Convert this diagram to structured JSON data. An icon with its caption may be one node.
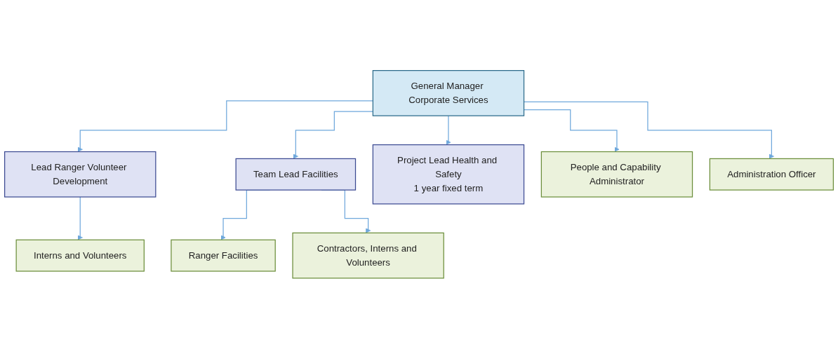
{
  "diagram": {
    "nodes": [
      {
        "text": [
          "General Manager Corporate Services"
        ]
      },
      {
        "text": [
          "Lead Ranger Volunteer Development"
        ]
      },
      {
        "text": [
          "Team Lead Facilities"
        ]
      },
      {
        "text": [
          "Project Lead Health and Safety",
          "1 year fixed term"
        ]
      },
      {
        "text": [
          "Interns and Volunteers"
        ]
      },
      {
        "text": [
          "Ranger Facilities"
        ]
      },
      {
        "text": [
          "Contractors, Interns and Volunteers"
        ]
      },
      {
        "text": [
          "People and Capability Administrator"
        ]
      },
      {
        "text": [
          "Administration Officer"
        ]
      }
    ],
    "edges": [
      {
        "from": 0,
        "to": 1,
        "arrow": "to"
      },
      {
        "from": 0,
        "to": 2,
        "arrow": "to"
      },
      {
        "from": 0,
        "to": 3,
        "arrow": "to"
      },
      {
        "from": 0,
        "to": 7,
        "arrow": "to"
      },
      {
        "from": 0,
        "to": 8,
        "arrow": "to"
      },
      {
        "from": 1,
        "to": 4,
        "arrow": "to"
      },
      {
        "from": 2,
        "to": 5,
        "arrow": "to"
      },
      {
        "from": 2,
        "to": 6,
        "arrow": "to"
      }
    ]
  }
}
